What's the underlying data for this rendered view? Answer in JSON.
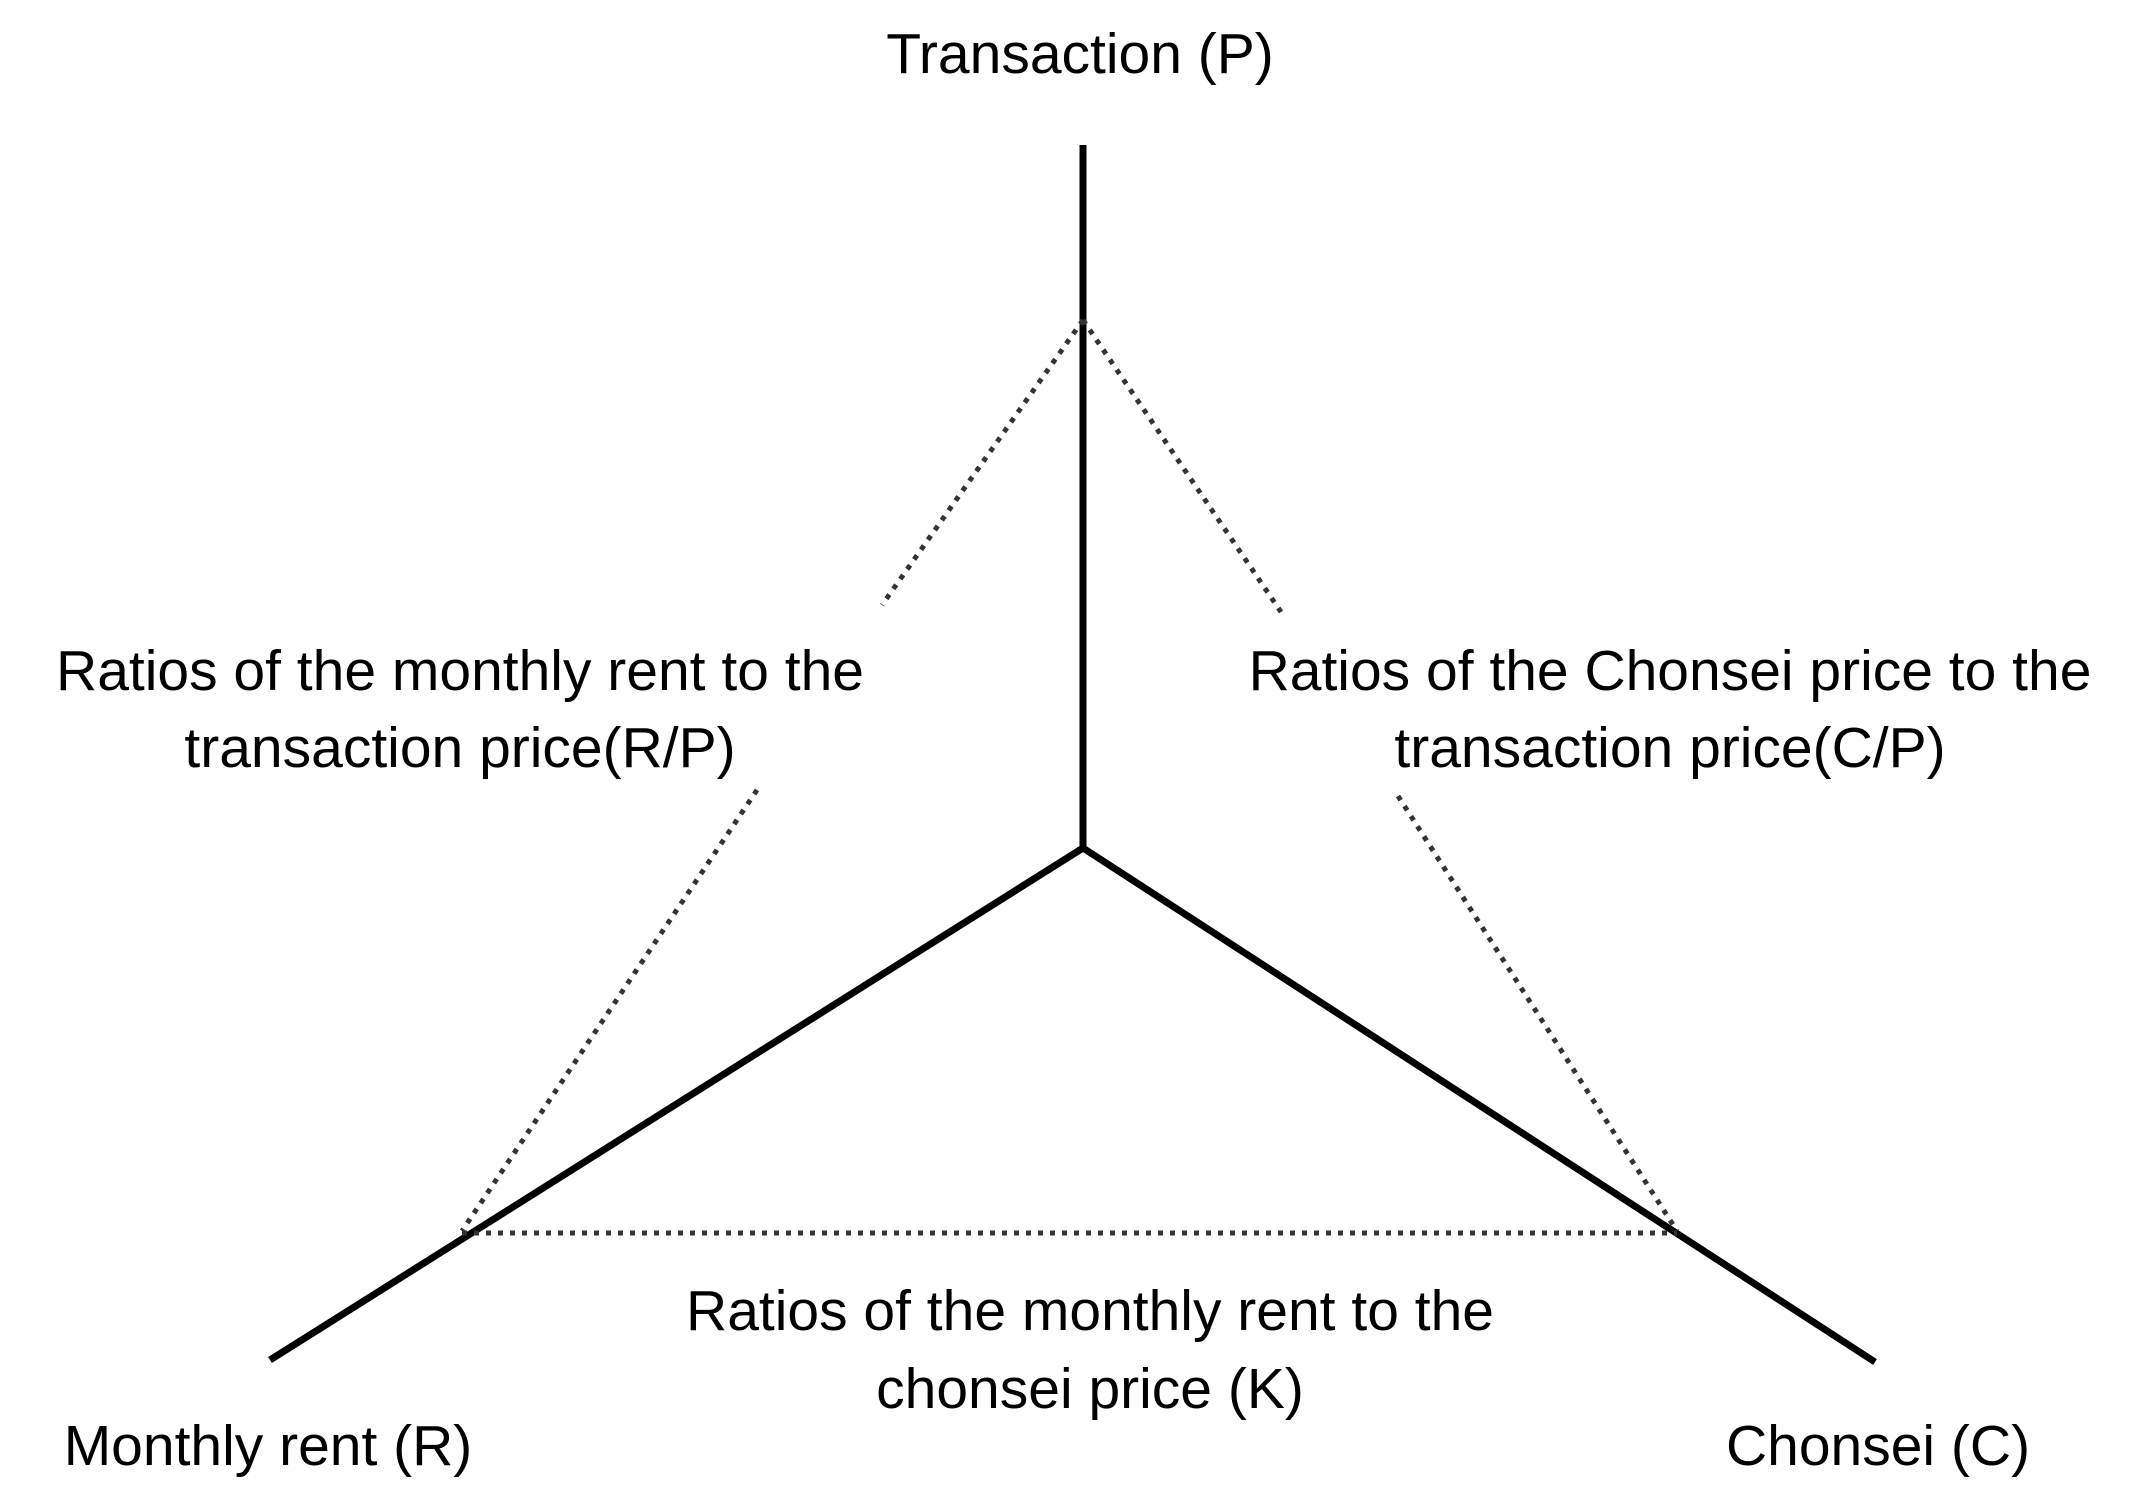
{
  "axes": {
    "transaction": "Transaction (P)",
    "monthly_rent": "Monthly rent (R)",
    "chonsei": "Chonsei (C)"
  },
  "ratios": {
    "rent_to_transaction": {
      "line1": "Ratios of the monthly rent to the",
      "line2": "transaction price(R/P)"
    },
    "chonsei_to_transaction": {
      "line1": "Ratios of the Chonsei price to the",
      "line2": "transaction price(C/P)"
    },
    "rent_to_chonsei": {
      "line1": "Ratios of the monthly rent to the",
      "line2": "chonsei price (K)"
    }
  }
}
